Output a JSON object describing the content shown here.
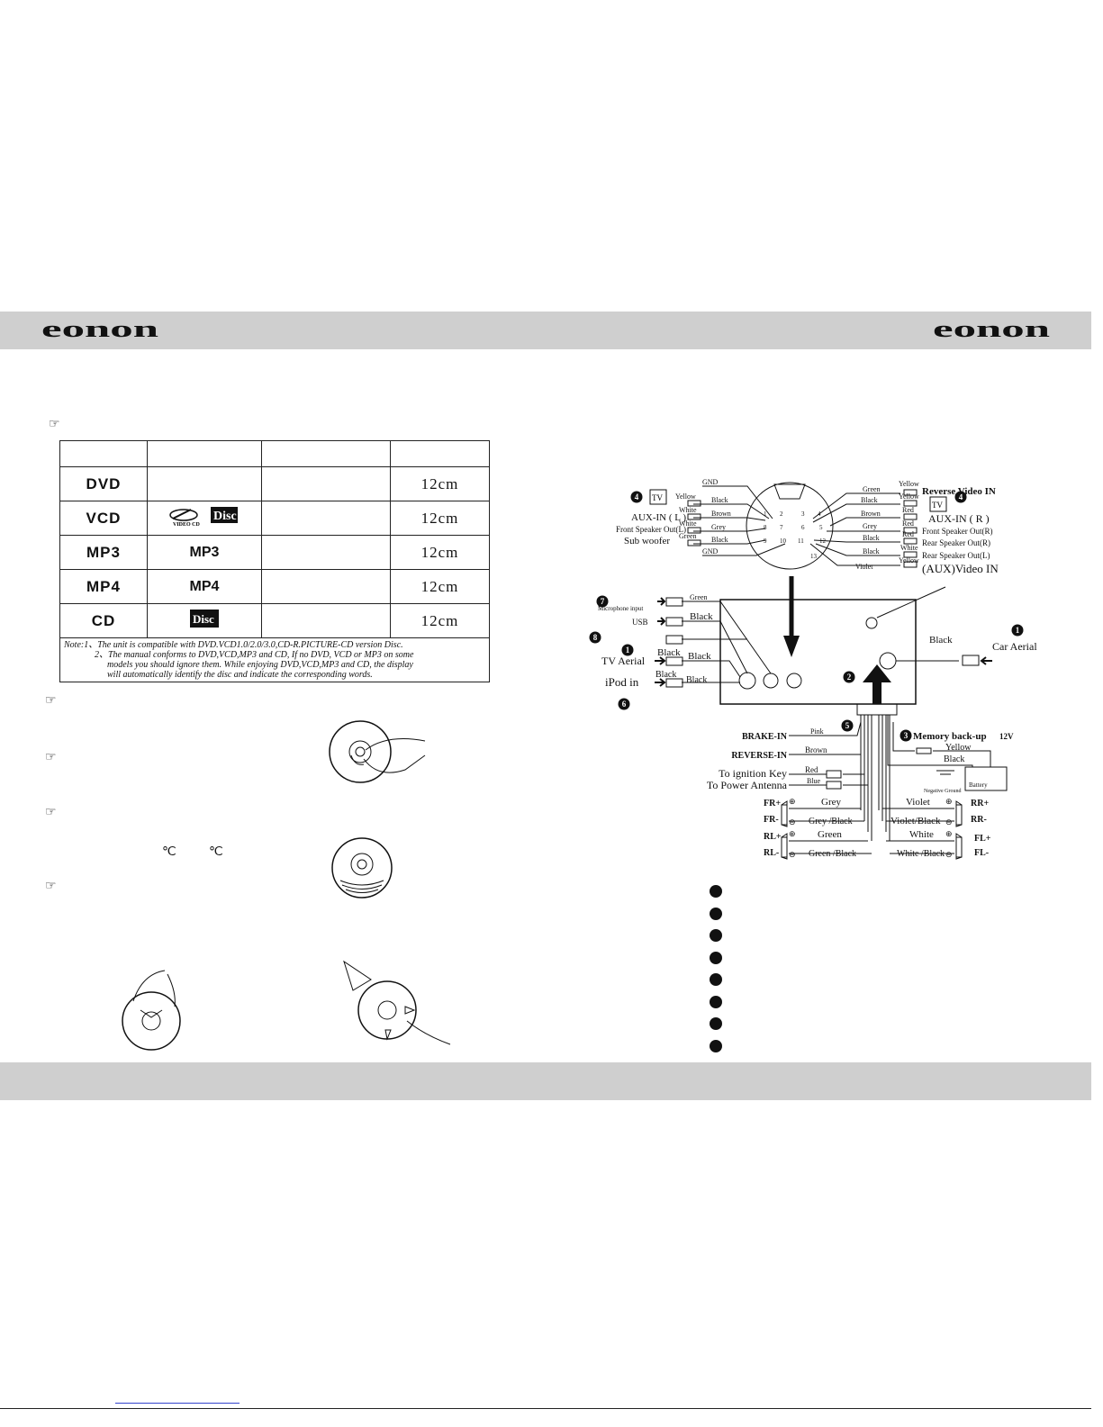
{
  "brand": {
    "logo_text": "eonon"
  },
  "disc_table": {
    "rows": [
      {
        "type": "DVD",
        "logo": "",
        "size": "12cm"
      },
      {
        "type": "VCD",
        "logo": "VIDEO CD",
        "size": "12cm"
      },
      {
        "type": "MP3",
        "logo": "MP3",
        "size": "12cm"
      },
      {
        "type": "MP4",
        "logo": "MP4",
        "size": "12cm"
      },
      {
        "type": "CD",
        "logo": "Disc",
        "size": "12cm"
      }
    ],
    "note_lines": [
      "Note:1、The unit is compatible with DVD.VCD1.0/2.0/3.0,CD-R.PICTURE-CD version Disc.",
      "2、The manual conforms to DVD,VCD,MP3 and CD, If no DVD, VCD or MP3 on some",
      "models you  should ignore them. While enjoying DVD,VCD,MP3 and CD, the display",
      "will automatically  identify the disc and indicate the corresponding words."
    ]
  },
  "temp_symbols": [
    "℃",
    "℃"
  ],
  "wiring": {
    "left_connector": {
      "wires": [
        "GND",
        "Black",
        "Brown",
        "Grey",
        "Black",
        "GND"
      ],
      "plug_colors": [
        "Yellow",
        "White",
        "White",
        "Green"
      ],
      "labels": [
        "AUX-IN ( L )",
        "Front Speaker Out(L)",
        "Sub woofer"
      ],
      "tv_label": "TV"
    },
    "pins": [
      "1",
      "2",
      "3",
      "4",
      "5",
      "6",
      "7",
      "8",
      "9",
      "10",
      "11",
      "12",
      "13"
    ],
    "right_connector": {
      "wires": [
        "Green",
        "Black",
        "Brown",
        "Grey",
        "Black",
        "Black",
        "Violet"
      ],
      "plug_colors": [
        "Yellow",
        "Yellow",
        "Red",
        "Red",
        "Red",
        "White",
        "Yellow"
      ],
      "labels": [
        "Reverse Video IN",
        "AUX-IN ( R )",
        "Front Speaker Out(R)",
        "Rear Speaker Out(R)",
        "Rear Speaker Out(L)",
        "(AUX)Video IN"
      ],
      "tv_label": "TV"
    },
    "inputs": {
      "mic": {
        "label": "Microphone input",
        "wire": "Green",
        "num": "7"
      },
      "usb": {
        "label": "USB",
        "wire": "Black",
        "num": "8"
      },
      "tv_aerial": {
        "label": "TV Aerial",
        "wire_a": "Black",
        "wire_b": "Black",
        "num": "1"
      },
      "ipod": {
        "label": "iPod in",
        "wire_a": "Black",
        "wire_b": "Black",
        "num": "6"
      },
      "car_aerial": {
        "label": "Car Aerial",
        "wire": "Black",
        "num": "1"
      }
    },
    "harness": {
      "num_connector": "2",
      "num_harness": "5",
      "brake": {
        "label": "BRAKE-IN",
        "wire": "Pink"
      },
      "reverse": {
        "label": "REVERSE-IN",
        "wire": "Brown"
      },
      "ignition": {
        "label": "To ignition Key",
        "wire": "Red"
      },
      "antenna": {
        "label": "To Power Antenna",
        "wire": "Blue"
      },
      "memory": {
        "label": "Memory back-up",
        "voltage": "12V",
        "num": "3",
        "wire_a": "Yellow",
        "wire_b": "Black",
        "battery": "Battery",
        "ground": "Negative Ground"
      },
      "num4": "4"
    },
    "speakers": [
      {
        "pos": "FR+",
        "neg": "FR-",
        "wire_pos": "Grey",
        "wire_neg": "Grey /Black"
      },
      {
        "pos": "RL+",
        "neg": "RL-",
        "wire_pos": "Green",
        "wire_neg": "Green /Black"
      },
      {
        "pos": "RR+",
        "neg": "RR-",
        "wire_pos": "Violet",
        "wire_neg": "Violet/Black"
      },
      {
        "pos": "FL+",
        "neg": "FL-",
        "wire_pos": "White",
        "wire_neg": "White /Black"
      }
    ]
  }
}
